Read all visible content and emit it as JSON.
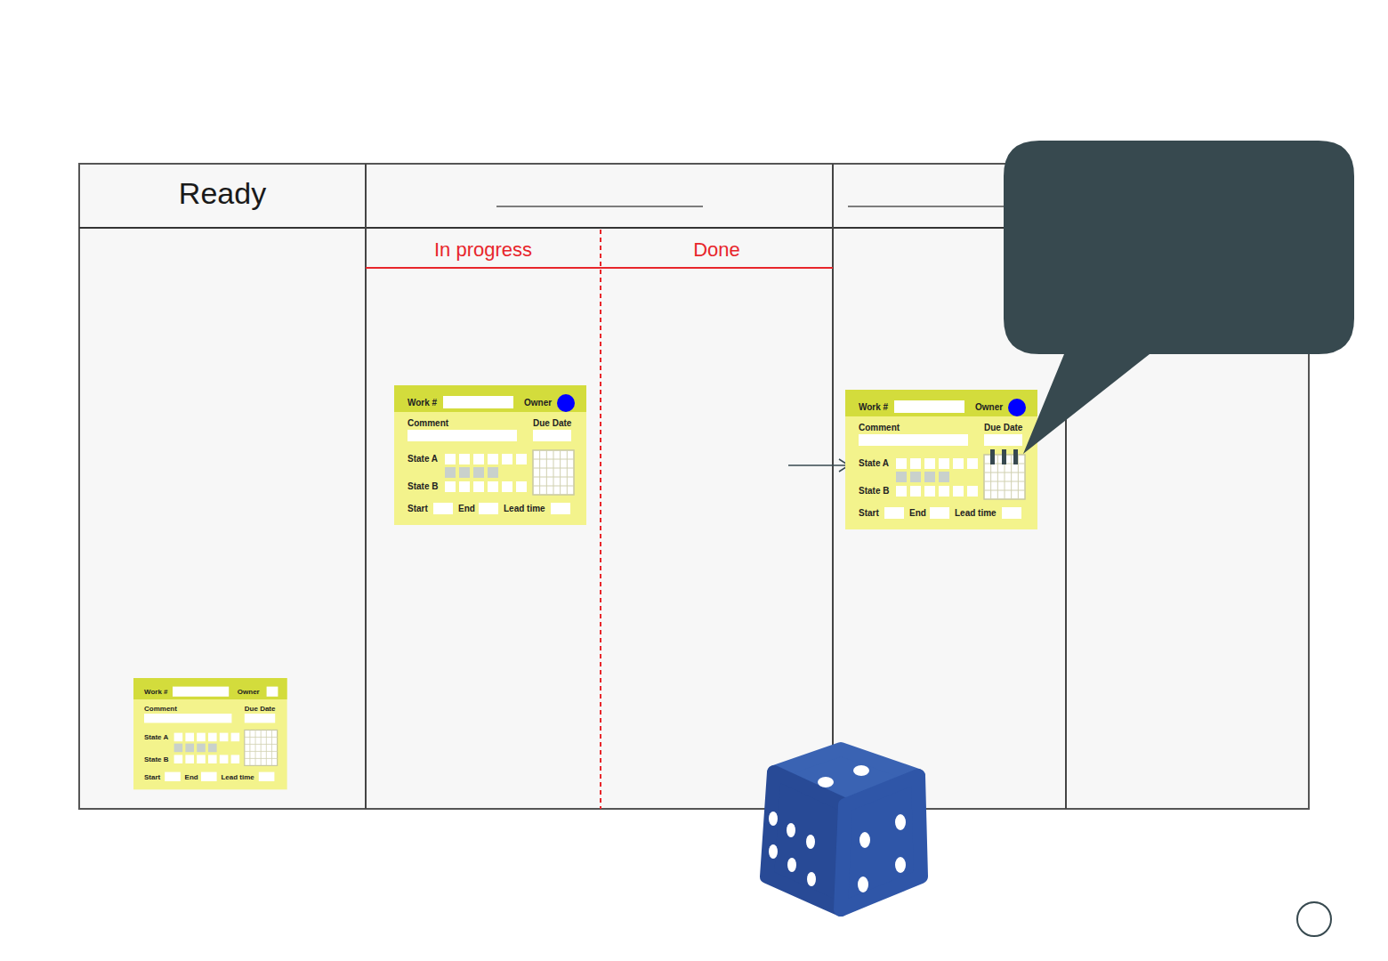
{
  "diagram": {
    "nodes": [
      {
        "text": [
          "Ready"
        ]
      },
      {
        "text": [
          "Work #",
          "Owner",
          "Comment",
          "Due Date",
          "State A",
          "State B",
          "Start",
          "End",
          "Lead time"
        ],
        "in": 0
      },
      {
        "text": [
          "In progress"
        ]
      },
      {
        "text": [
          "Work #",
          "Owner",
          "Comment",
          "Due Date",
          "State A",
          "State B",
          "Start",
          "End",
          "Lead time"
        ],
        "in": 2
      },
      {
        "text": [
          "Done"
        ]
      },
      {
        "text": [
          "Work #",
          "Owner",
          "Comment",
          "Due Date",
          "State A",
          "State B",
          "Start",
          "End",
          "Lead time"
        ]
      }
    ]
  }
}
